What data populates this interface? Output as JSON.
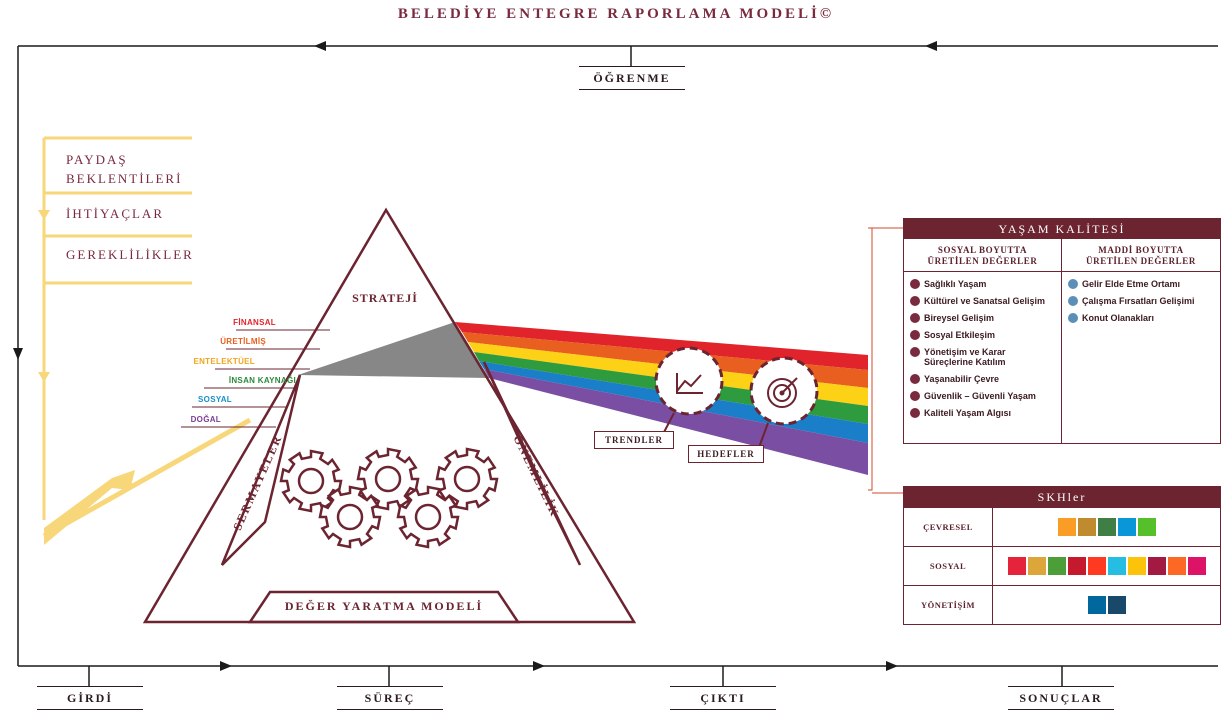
{
  "title": "BELEDİYE ENTEGRE RAPORLAMA MODELİ©",
  "ogrenme": "ÖĞRENME",
  "stages": [
    "GİRDİ",
    "SÜREÇ",
    "ÇIKTI",
    "SONUÇLAR"
  ],
  "inputs": {
    "paydas_line1": "PAYDAŞ",
    "paydas_line2": "BEKLENTİLERİ",
    "ihtiyaclar": "İHTİYAÇLAR",
    "gereklilikler": "GEREKLİLİKLER"
  },
  "capitals": [
    {
      "label": "FİNANSAL",
      "color": "#e1242b"
    },
    {
      "label": "ÜRETİLMİŞ",
      "color": "#e85f1f"
    },
    {
      "label": "ENTELEKTÜEL",
      "color": "#f2a51e"
    },
    {
      "label": "İNSAN KAYNAĞI",
      "color": "#2a8a3a"
    },
    {
      "label": "SOSYAL",
      "color": "#1a8fc8"
    },
    {
      "label": "DOĞAL",
      "color": "#7a3e97"
    }
  ],
  "triangle": {
    "strateji": "STRATEJİ",
    "sermayeler": "SERMAYELER",
    "onemlilik": "ÖNEMLİLİK",
    "deger": "DEĞER YARATMA MODELİ"
  },
  "trendler": "TRENDLER",
  "hedefler": "HEDEFLER",
  "yasam": {
    "title": "YAŞAM KALİTESİ",
    "col1_line1": "SOSYAL BOYUTTA",
    "col1_line2": "ÜRETİLEN DEĞERLER",
    "col2_line1": "MADDİ BOYUTTA",
    "col2_line2": "ÜRETİLEN DEĞERLER",
    "social": [
      "Sağlıklı Yaşam",
      "Kültürel ve Sanatsal Gelişim",
      "Bireysel Gelişim",
      "Sosyal Etkileşim",
      "Yönetişim ve Karar Süreçlerine Katılım",
      "Yaşanabilir Çevre",
      "Güvenlik – Güvenli Yaşam",
      "Kaliteli Yaşam Algısı"
    ],
    "material": [
      "Gelir Elde Etme Ortamı",
      "Çalışma Fırsatları Gelişimi",
      "Konut Olanakları"
    ]
  },
  "skh": {
    "title": "SKHler",
    "rows": [
      {
        "label": "ÇEVRESEL",
        "colors": [
          "#f99d26",
          "#bf8b2e",
          "#3f7e44",
          "#0a97d9",
          "#56c02b"
        ]
      },
      {
        "label": "SOSYAL",
        "colors": [
          "#e5243b",
          "#dda63a",
          "#4c9f38",
          "#c5192d",
          "#ff3a21",
          "#26bde2",
          "#fcc30b",
          "#a21942",
          "#fd6925",
          "#dd1367"
        ]
      },
      {
        "label": "YÖNETİŞİM",
        "colors": [
          "#00689d",
          "#19486a"
        ]
      }
    ]
  }
}
